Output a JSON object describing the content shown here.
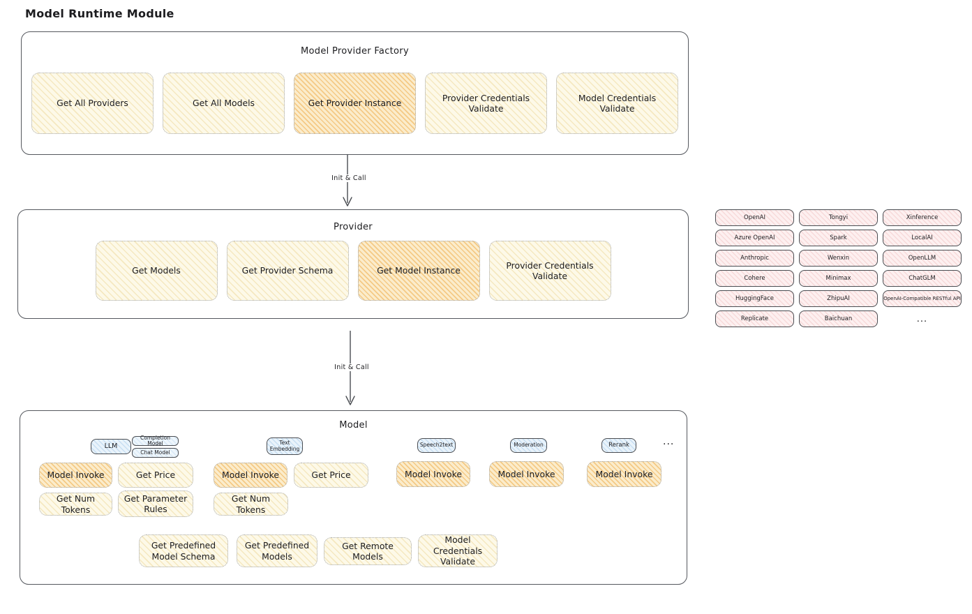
{
  "page_title": "Model Runtime Module",
  "factory": {
    "title": "Model Provider Factory",
    "buttons": [
      {
        "label": "Get All Providers",
        "highlight": false
      },
      {
        "label": "Get All Models",
        "highlight": false
      },
      {
        "label": "Get Provider Instance",
        "highlight": true
      },
      {
        "label": "Provider Credentials Validate",
        "highlight": false
      },
      {
        "label": "Model Credentials Validate",
        "highlight": false
      }
    ]
  },
  "arrows": [
    {
      "label": "Init & Call"
    },
    {
      "label": "Init & Call"
    }
  ],
  "provider": {
    "title": "Provider",
    "buttons": [
      {
        "label": "Get Models",
        "highlight": false
      },
      {
        "label": "Get Provider Schema",
        "highlight": false
      },
      {
        "label": "Get Model Instance",
        "highlight": true
      },
      {
        "label": "Provider Credentials Validate",
        "highlight": false
      }
    ]
  },
  "provider_list": {
    "items": [
      {
        "label": "OpenAI"
      },
      {
        "label": "Tongyi"
      },
      {
        "label": "Xinference"
      },
      {
        "label": "Azure OpenAI"
      },
      {
        "label": "Spark"
      },
      {
        "label": "LocalAI"
      },
      {
        "label": "Anthropic"
      },
      {
        "label": "Wenxin"
      },
      {
        "label": "OpenLLM"
      },
      {
        "label": "Cohere"
      },
      {
        "label": "Minimax"
      },
      {
        "label": "ChatGLM"
      },
      {
        "label": "HuggingFace"
      },
      {
        "label": "ZhipuAI"
      },
      {
        "label": "OpenAI-Compatible RESTful API"
      },
      {
        "label": "Replicate"
      },
      {
        "label": "Baichuan"
      },
      {
        "label": "..."
      }
    ]
  },
  "model": {
    "title": "Model",
    "tabs": [
      {
        "label": "LLM"
      },
      {
        "label": "Completion Model"
      },
      {
        "label": "Chat Model"
      },
      {
        "label": "Text Embedding"
      },
      {
        "label": "Speech2text"
      },
      {
        "label": "Moderation"
      },
      {
        "label": "Rerank"
      },
      {
        "label": "..."
      }
    ],
    "buttons": [
      {
        "label": "Model Invoke",
        "highlight": true
      },
      {
        "label": "Get Price",
        "highlight": false
      },
      {
        "label": "Model Invoke",
        "highlight": true
      },
      {
        "label": "Get Price",
        "highlight": false
      },
      {
        "label": "Model Invoke",
        "highlight": true
      },
      {
        "label": "Model Invoke",
        "highlight": true
      },
      {
        "label": "Model Invoke",
        "highlight": true
      },
      {
        "label": "Get Num Tokens",
        "highlight": false
      },
      {
        "label": "Get Parameter Rules",
        "highlight": false
      },
      {
        "label": "Get Num Tokens",
        "highlight": false
      },
      {
        "label": "Get Predefined Model Schema",
        "highlight": false
      },
      {
        "label": "Get Predefined Models",
        "highlight": false
      },
      {
        "label": "Get Remote Models",
        "highlight": false
      },
      {
        "label": "Model Credentials Validate",
        "highlight": false
      }
    ]
  },
  "colors": {
    "cream_fill": "#fdf9e8",
    "orange_fill": "#fbeccb",
    "pink_fill": "#fdf0f0",
    "blue_fill": "#e9f3fb",
    "stroke": "#54575d",
    "text": "#1c1c1f"
  }
}
